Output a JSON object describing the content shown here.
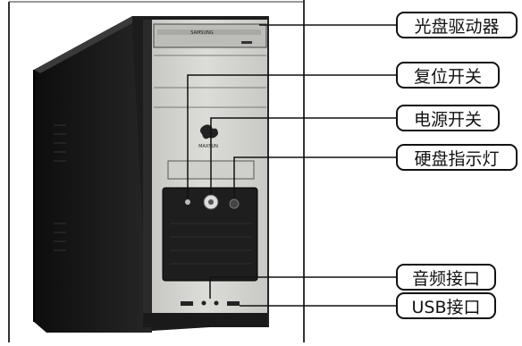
{
  "labels": {
    "optical_drive": "光盘驱动器",
    "reset": "复位开关",
    "power": "电源开关",
    "hdd_led": "硬盘指示灯",
    "audio": "音频接口",
    "usb": "USB接口"
  },
  "drive_brand_text": "SAMSUNG",
  "logo_text": "MAXSUN",
  "colors": {
    "case_body": "#1a1a1a",
    "front_panel": "#d2d2ce",
    "line": "#111111"
  }
}
